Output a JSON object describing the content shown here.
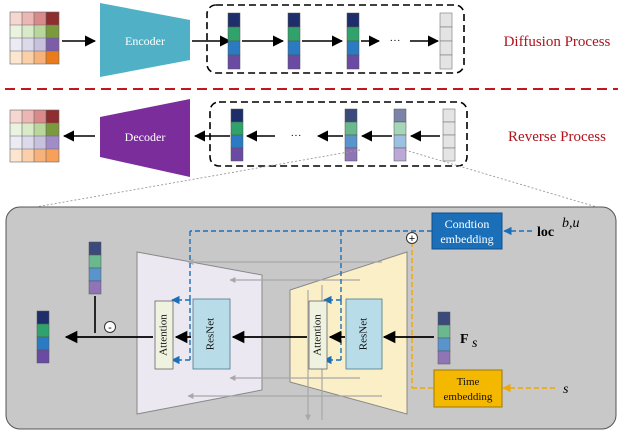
{
  "top": {
    "encoder_label": "Encoder",
    "diffusion_label": "Diffusion Process",
    "dots": "···"
  },
  "bottom": {
    "decoder_label": "Decoder",
    "reverse_label": "Reverse Process",
    "dots": "···"
  },
  "detail": {
    "condition_line1": "Condtion",
    "condition_line2": "embedding",
    "time_line1": "Time",
    "time_line2": "embedding",
    "loc_label": "loc",
    "loc_sup": "b,u",
    "s_label": "s",
    "f_label": "F",
    "f_sub": "s",
    "attention_left": "Attention",
    "resnet_left": "ResNet",
    "attention_right": "Attention",
    "resnet_right": "ResNet",
    "plus_symbol": "+",
    "minus_symbol": "-"
  },
  "colors": {
    "encoder": "#4fb0c6",
    "decoder": "#7b2d9c",
    "process_text": "#b0121b",
    "condition_box": "#1a6fb8",
    "time_box": "#f5b800",
    "blue_dash": "#1a6fb8",
    "orange_dash": "#f0a800",
    "panel": "#c8c8c8",
    "left_trap": "#ece8f2",
    "right_trap": "#fbefc8",
    "resnet": "#b8dce8",
    "attention": "#eef2df"
  }
}
